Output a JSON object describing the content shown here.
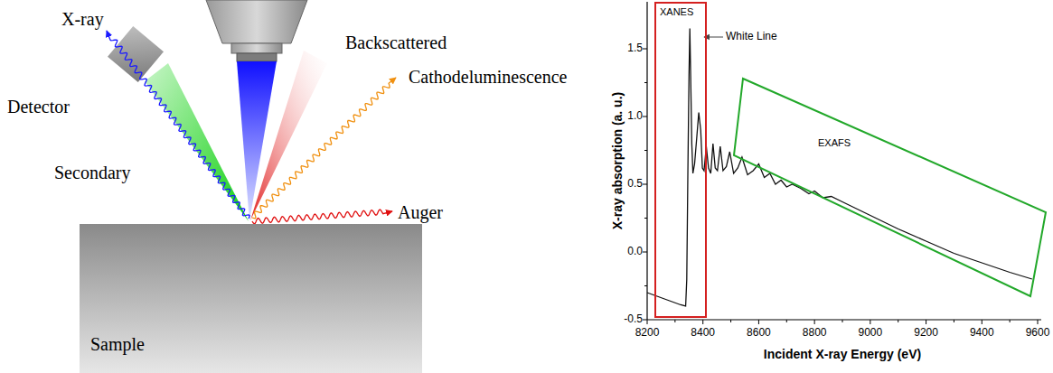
{
  "diagram": {
    "nodes": [
      {
        "text": [
          "Sample"
        ]
      },
      {
        "text": [
          "XANES"
        ]
      },
      {
        "text": [
          "EXAFS"
        ]
      }
    ],
    "labels": [
      "X-ray",
      "Backscattered",
      "Cathodeluminescence",
      "Detector",
      "Secondary",
      "Auger",
      "White Line",
      "1.5",
      "1.0",
      "0.5",
      "0.0",
      "-0.5",
      "8200",
      "8400",
      "8600",
      "8800",
      "9000",
      "9200",
      "9400",
      "9600",
      "X-ray absorption (a. u.)",
      "Incident X-ray Energy (eV)"
    ]
  }
}
